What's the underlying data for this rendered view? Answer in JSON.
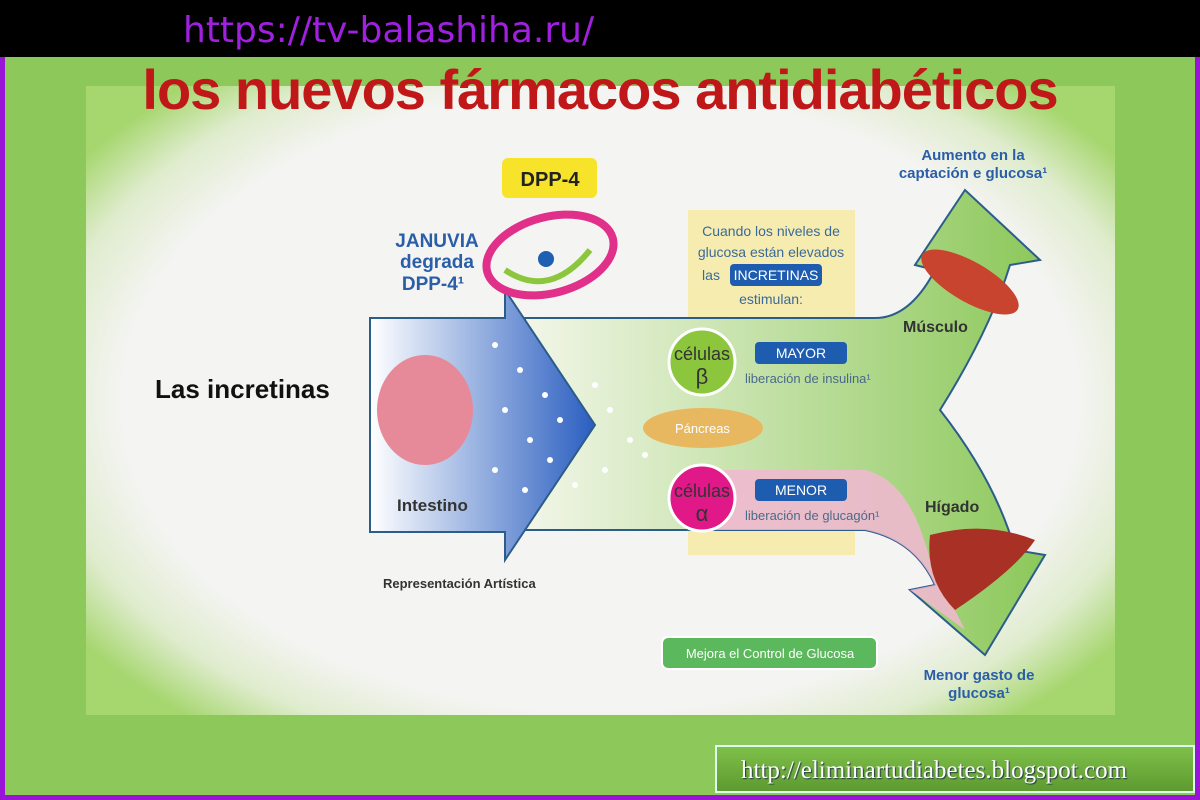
{
  "overlay_url": "https://tv-balashiha.ru/",
  "title": "los nuevos fármacos antidiabéticos",
  "diagram": {
    "heading": "Las incretinas",
    "dpp4_badge": "DPP-4",
    "januvia": [
      "JANUVIA",
      "degrada",
      "DPP-4¹"
    ],
    "intestine": "Intestino",
    "representation": "Representación Artística",
    "note": [
      "Cuando los niveles de",
      "glucosa están elevados",
      "las",
      "INCRETINAS",
      "estimulan:"
    ],
    "beta_cells": {
      "label": "células",
      "symbol": "β",
      "badge": "MAYOR",
      "desc": "liberación de insulina¹"
    },
    "alpha_cells": {
      "label": "células",
      "symbol": "α",
      "badge": "MENOR",
      "desc": "liberación de glucagón¹"
    },
    "pancreas": "Páncreas",
    "muscle": "Músculo",
    "liver": "Hígado",
    "uptake": [
      "Aumento en la",
      "captación e glucosa¹"
    ],
    "output": [
      "Menor gasto de",
      "glucosa¹"
    ],
    "result_button": "Mejora el Control de Glucosa"
  },
  "blog_url": "http://eliminartudiabetes.blogspot.com"
}
